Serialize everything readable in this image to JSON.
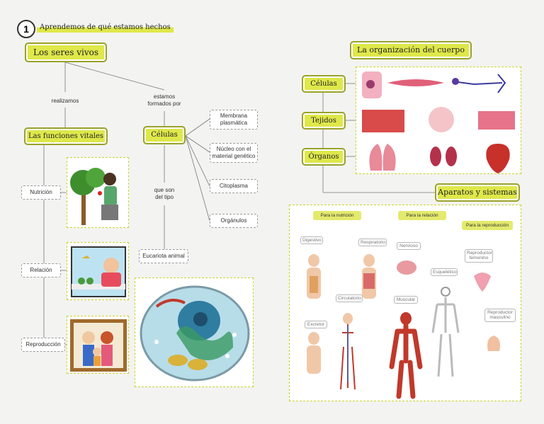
{
  "header": {
    "number": "1",
    "title": "Aprendemos de qué estamos hechos"
  },
  "left_map": {
    "root": "Los seres vivos",
    "link_left": "realizamos",
    "link_right": "estamos formados por",
    "funciones": {
      "title": "Las funciones vitales",
      "items": [
        "Nutrición",
        "Relación",
        "Reproducción"
      ]
    },
    "celulas": {
      "title": "Células",
      "parts": [
        "Membrana plasmática",
        "Núcleo con el material genético",
        "Citoplasma",
        "Orgánulos"
      ],
      "link": "que son del tipo",
      "type": "Eucariota animal"
    }
  },
  "right_map": {
    "title": "La organización del cuerpo",
    "levels": [
      "Células",
      "Tejidos",
      "Órganos"
    ],
    "systems_title": "Aparatos y sistemas",
    "groups": [
      {
        "label": "Para la nutrición",
        "items": [
          "Digestivo",
          "Respiratorio",
          "Circulatorio",
          "Excretor"
        ]
      },
      {
        "label": "Para la relación",
        "items": [
          "Nervioso",
          "Esquelético",
          "Muscular"
        ]
      },
      {
        "label": "Para la reproducción",
        "items": [
          "Reproductor femenino",
          "Reproductor masculino"
        ]
      }
    ]
  },
  "colors": {
    "accent": "#dfe84a",
    "accent_border": "#9aa22a",
    "line": "#777777",
    "frame": "#c8d42a"
  }
}
